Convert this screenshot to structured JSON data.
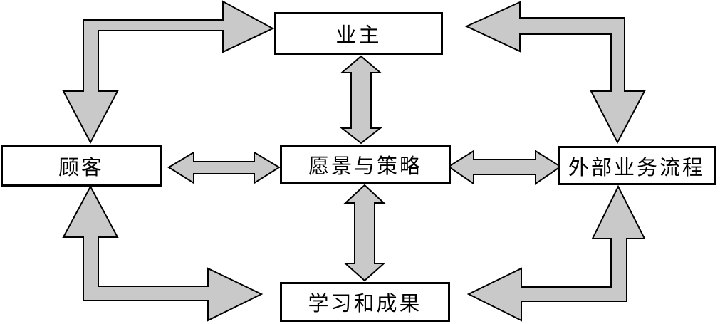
{
  "diagram": {
    "type": "flow-diagram",
    "nodes": {
      "owner": {
        "label": "业主"
      },
      "customer": {
        "label": "顾客"
      },
      "vision": {
        "label": "愿景与策略"
      },
      "external_process": {
        "label": "外部业务流程"
      },
      "learning": {
        "label": "学习和成果"
      }
    },
    "edges": [
      {
        "from": "customer",
        "to": "owner",
        "bidirectional": true,
        "shape": "elbow"
      },
      {
        "from": "external_process",
        "to": "owner",
        "bidirectional": true,
        "shape": "elbow"
      },
      {
        "from": "owner",
        "to": "vision",
        "bidirectional": true,
        "shape": "straight"
      },
      {
        "from": "customer",
        "to": "vision",
        "bidirectional": true,
        "shape": "straight"
      },
      {
        "from": "vision",
        "to": "external_process",
        "bidirectional": true,
        "shape": "straight"
      },
      {
        "from": "vision",
        "to": "learning",
        "bidirectional": true,
        "shape": "straight"
      },
      {
        "from": "customer",
        "to": "learning",
        "bidirectional": true,
        "shape": "elbow"
      },
      {
        "from": "external_process",
        "to": "learning",
        "bidirectional": true,
        "shape": "elbow"
      }
    ]
  },
  "colors": {
    "background": "#ffffff",
    "node_fill": "#ffffff",
    "node_border": "#000000",
    "text_color": "#000000",
    "arrow_fill": "#c9c9c9",
    "arrow_stroke": "#000000"
  }
}
